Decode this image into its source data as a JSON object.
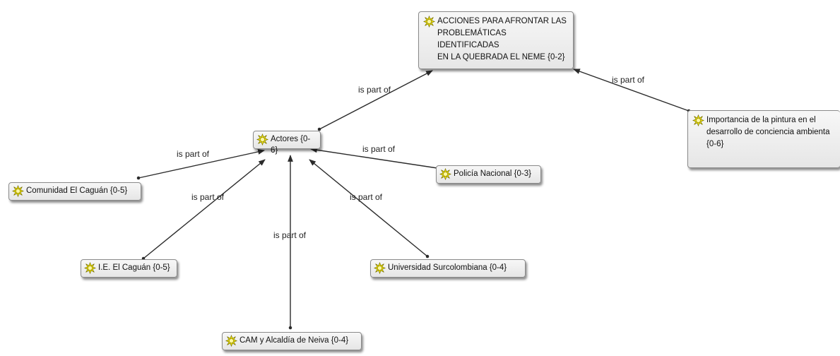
{
  "relation_label": "is part of",
  "nodes": {
    "acciones": {
      "label": "ACCIONES PARA AFRONTAR LAS\nPROBLEMÁTICAS IDENTIFICADAS\nEN LA QUEBRADA EL NEME {0-2}"
    },
    "actores": {
      "label": "Actores {0-6}"
    },
    "importancia": {
      "label": "Importancia de la pintura en el\ndesarrollo de conciencia ambienta\n{0-6}"
    },
    "comunidad": {
      "label": "Comunidad El Caguán {0-5}"
    },
    "policia": {
      "label": "Policía Nacional {0-3}"
    },
    "ie": {
      "label": "I.E. El Caguán {0-5}"
    },
    "universidad": {
      "label": "Universidad Surcolombiana {0-4}"
    },
    "cam": {
      "label": "CAM y Alcaldía de Neiva {0-4}"
    }
  },
  "colors": {
    "node_icon": "#f2e400",
    "edge": "#2b2b2b"
  },
  "icon": "code-quote-icon"
}
